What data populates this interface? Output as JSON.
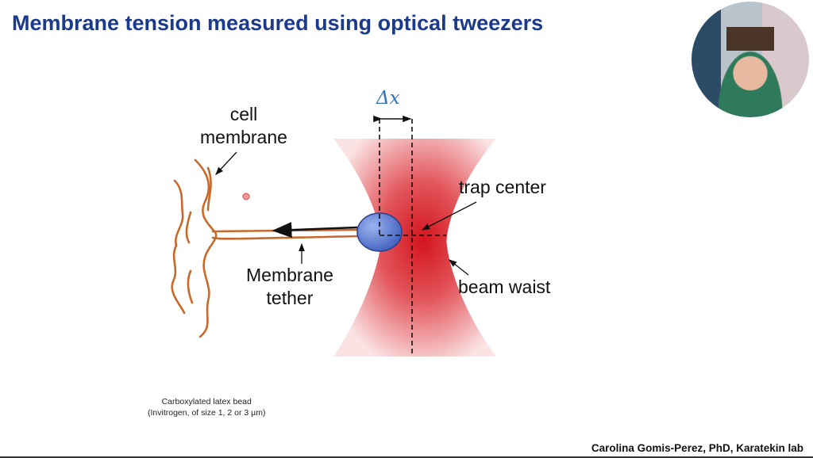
{
  "slide": {
    "title": "Membrane tension measured using optical tweezers",
    "labels": {
      "delta_x": "Δx",
      "cell_membrane": [
        "cell",
        "membrane"
      ],
      "trap_center": "trap center",
      "beam_waist": "beam waist",
      "membrane_tether": [
        "Membrane",
        "tether"
      ]
    },
    "note": [
      "Carboxylated latex bead",
      "(Invitrogen, of size 1, 2 or 3 µm)"
    ],
    "footer": "Carolina Gomis-Perez, PhD,  Karatekin lab"
  },
  "colors": {
    "title": "#1b3a8c",
    "beam": "#d7262e",
    "bead": "#4a6fd0",
    "membrane": "#c8682a",
    "delta_label": "#2e74c0"
  }
}
